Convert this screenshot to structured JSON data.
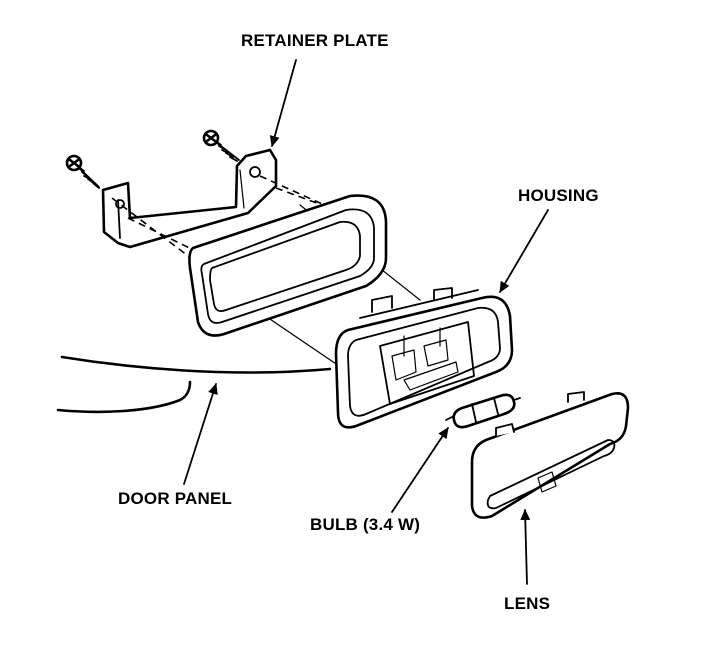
{
  "labels": {
    "retainer_plate": "RETAINER PLATE",
    "housing": "HOUSING",
    "door_panel": "DOOR PANEL",
    "bulb": "BULB (3.4 W)",
    "lens": "LENS"
  }
}
